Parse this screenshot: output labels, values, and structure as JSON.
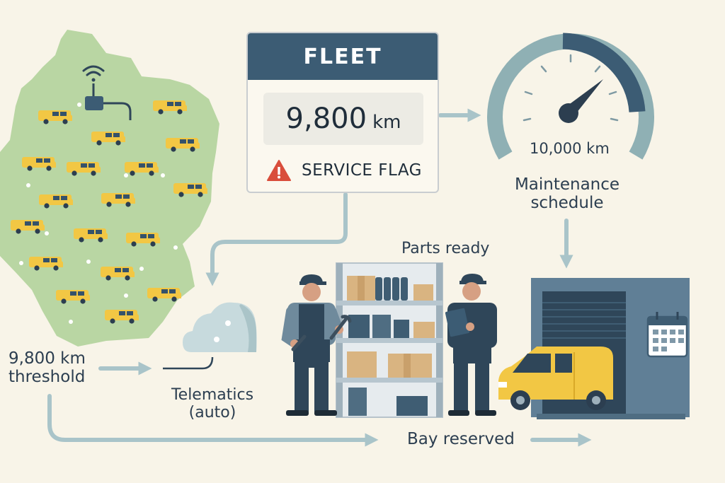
{
  "fleet_card": {
    "title": "FLEET",
    "value": "9,800",
    "unit": "km",
    "flag_text": "SERVICE FLAG",
    "warning_icon": "warning-triangle-icon"
  },
  "gauge": {
    "value_label": "10,000 km",
    "caption_line1": "Maintenance",
    "caption_line2": "schedule"
  },
  "threshold": {
    "line1": "9,800 km",
    "line2": "threshold"
  },
  "telematics": {
    "line1": "Telematics",
    "line2": "(auto)"
  },
  "parts": {
    "label": "Parts ready"
  },
  "bay": {
    "label": "Bay reserved"
  },
  "colors": {
    "background": "#f8f4e8",
    "map_green": "#b9d6a3",
    "van_yellow": "#f2c744",
    "navy": "#3c5c74",
    "arrow": "#a9c4c9",
    "warning_red": "#d94e3c"
  },
  "icons": [
    "wifi-signal-icon",
    "telematics-device-icon",
    "cloud-icon",
    "speedometer-gauge-icon",
    "calendar-icon",
    "wrench-icon",
    "clipboard-icon",
    "warning-triangle-icon"
  ]
}
